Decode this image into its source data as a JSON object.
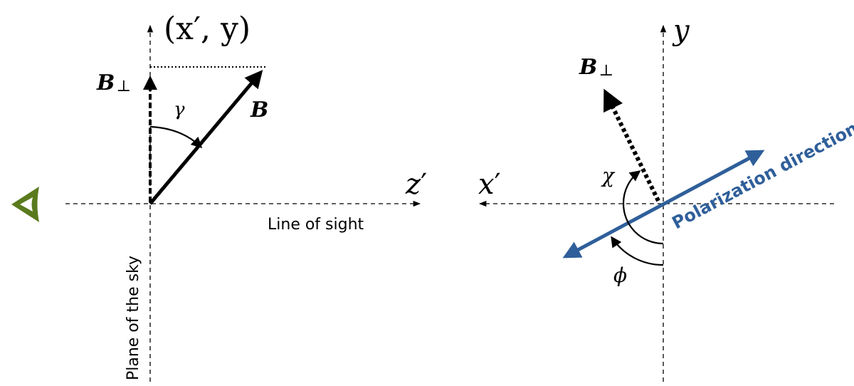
{
  "left_panel": {
    "axis_vertical_label_prefix": "(x",
    "axis_vertical_label_prime": "′",
    "axis_vertical_label_suffix": ", y)",
    "axis_horizontal_label": "z",
    "axis_horizontal_label_prime": "′",
    "b_perp_label": "B",
    "b_perp_subscript": "⊥",
    "b_label": "B",
    "angle_label": "γ",
    "line_of_sight_label": "Line of sight",
    "plane_of_sky_label": "Plane of the sky"
  },
  "right_panel": {
    "axis_vertical_label": "y",
    "axis_horizontal_label": "x",
    "axis_horizontal_label_prime": "′",
    "b_perp_label": "B",
    "b_perp_subscript": "⊥",
    "chi_label": "χ",
    "phi_label": "ϕ",
    "polarization_label": "Polarization direction"
  },
  "colors": {
    "polarization": "#2f5f9a",
    "eye": "#5a7a1e"
  },
  "icons": {
    "observer": "eye-icon"
  }
}
